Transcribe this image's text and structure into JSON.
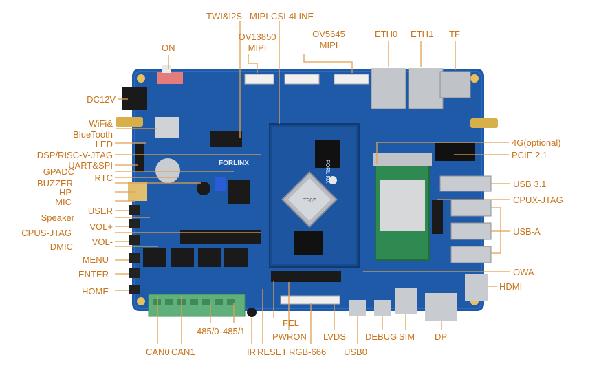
{
  "colors": {
    "label": "#c8741a",
    "leader": "#e0a050",
    "pcb": "#1f5aa8",
    "pcb_dark": "#174a8e"
  },
  "board": {
    "brand": "FORLINX",
    "chip": "T507"
  },
  "labels": {
    "twi_i2s": "TWI&I2S",
    "mipi_csi_4line": "MIPI-CSI-4LINE",
    "ov13850": "OV13850",
    "ov13850_mipi": "MIPI",
    "ov5645": "OV5645",
    "ov5645_mipi": "MIPI",
    "eth0": "ETH0",
    "eth1": "ETH1",
    "tf": "TF",
    "on": "ON",
    "dc12v": "DC12V",
    "wifi": "WiFi&",
    "bluetooth": "BlueTooth",
    "led": "LED",
    "dsp_jtag": "DSP/RISC-V-JTAG",
    "uart_spi": "UART&SPI",
    "gpadc": "GPADC",
    "rtc": "RTC",
    "buzzer": "BUZZER",
    "hp": "HP",
    "mic": "MIC",
    "user": "USER",
    "speaker": "Speaker",
    "vol_plus": "VOL+",
    "cpus_jtag": "CPUS-JTAG",
    "vol_minus": "VOL-",
    "dmic": "DMIC",
    "menu": "MENU",
    "enter": "ENTER",
    "home": "HOME",
    "g4": "4G(optional)",
    "pcie": "PCIE 2.1",
    "usb31": "USB 3.1",
    "cpux_jtag": "CPUX-JTAG",
    "usb_a": "USB-A",
    "owa": "OWA",
    "hdmi": "HDMI",
    "can0": "CAN0",
    "can1": "CAN1",
    "rs485_0": "485/0",
    "rs485_1": "485/1",
    "ir": "IR",
    "reset": "RESET",
    "rgb666": "RGB-666",
    "fel": "FEL",
    "pwron": "PWRON",
    "lvds": "LVDS",
    "usb0": "USB0",
    "debug": "DEBUG",
    "sim": "SIM",
    "dp": "DP"
  }
}
